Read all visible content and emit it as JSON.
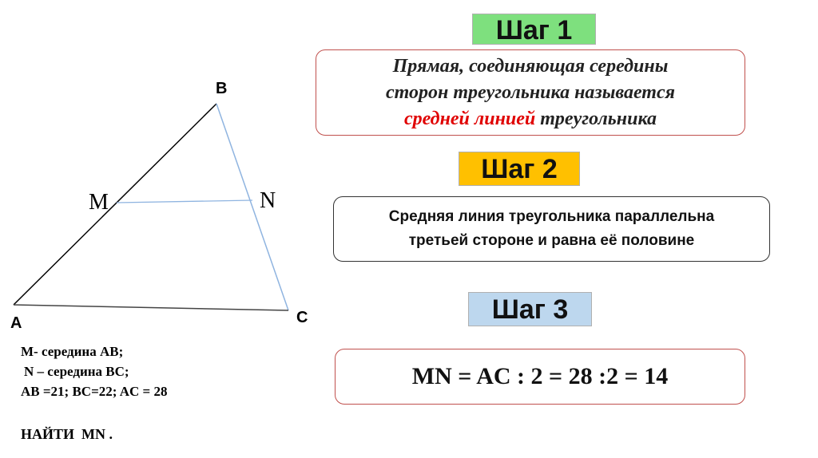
{
  "colors": {
    "step1_bg": "#7ee07e",
    "step2_bg": "#ffc000",
    "step3_bg": "#bdd7ee",
    "box_border_red": "#c0504d",
    "highlight_red": "#e00000",
    "triangle_side_AB": "#000000",
    "triangle_side_BC": "#8fb4e0"
  },
  "diagram": {
    "vertices": {
      "A": "A",
      "B": "B",
      "C": "C"
    },
    "midpoints": {
      "M": "M",
      "N": "N"
    }
  },
  "given": {
    "line1": "M- середина AB;",
    "line2": "N – середина BC;",
    "line3": "AB =21; BC=22; AC = 28",
    "task": "НАЙТИ  MN ."
  },
  "step1": {
    "title": "Шаг 1",
    "text_line1": "Прямая, соединяющая середины",
    "text_line2": "сторон треугольника называется",
    "highlight": "средней линией",
    "text_tail": " треугольника"
  },
  "step2": {
    "title": "Шаг 2",
    "text_line1": "Средняя линия треугольника параллельна",
    "text_line2": "третьей стороне и равна её половине"
  },
  "step3": {
    "title": "Шаг 3",
    "formula": "MN = AC : 2 = 28 :2 = 14"
  }
}
